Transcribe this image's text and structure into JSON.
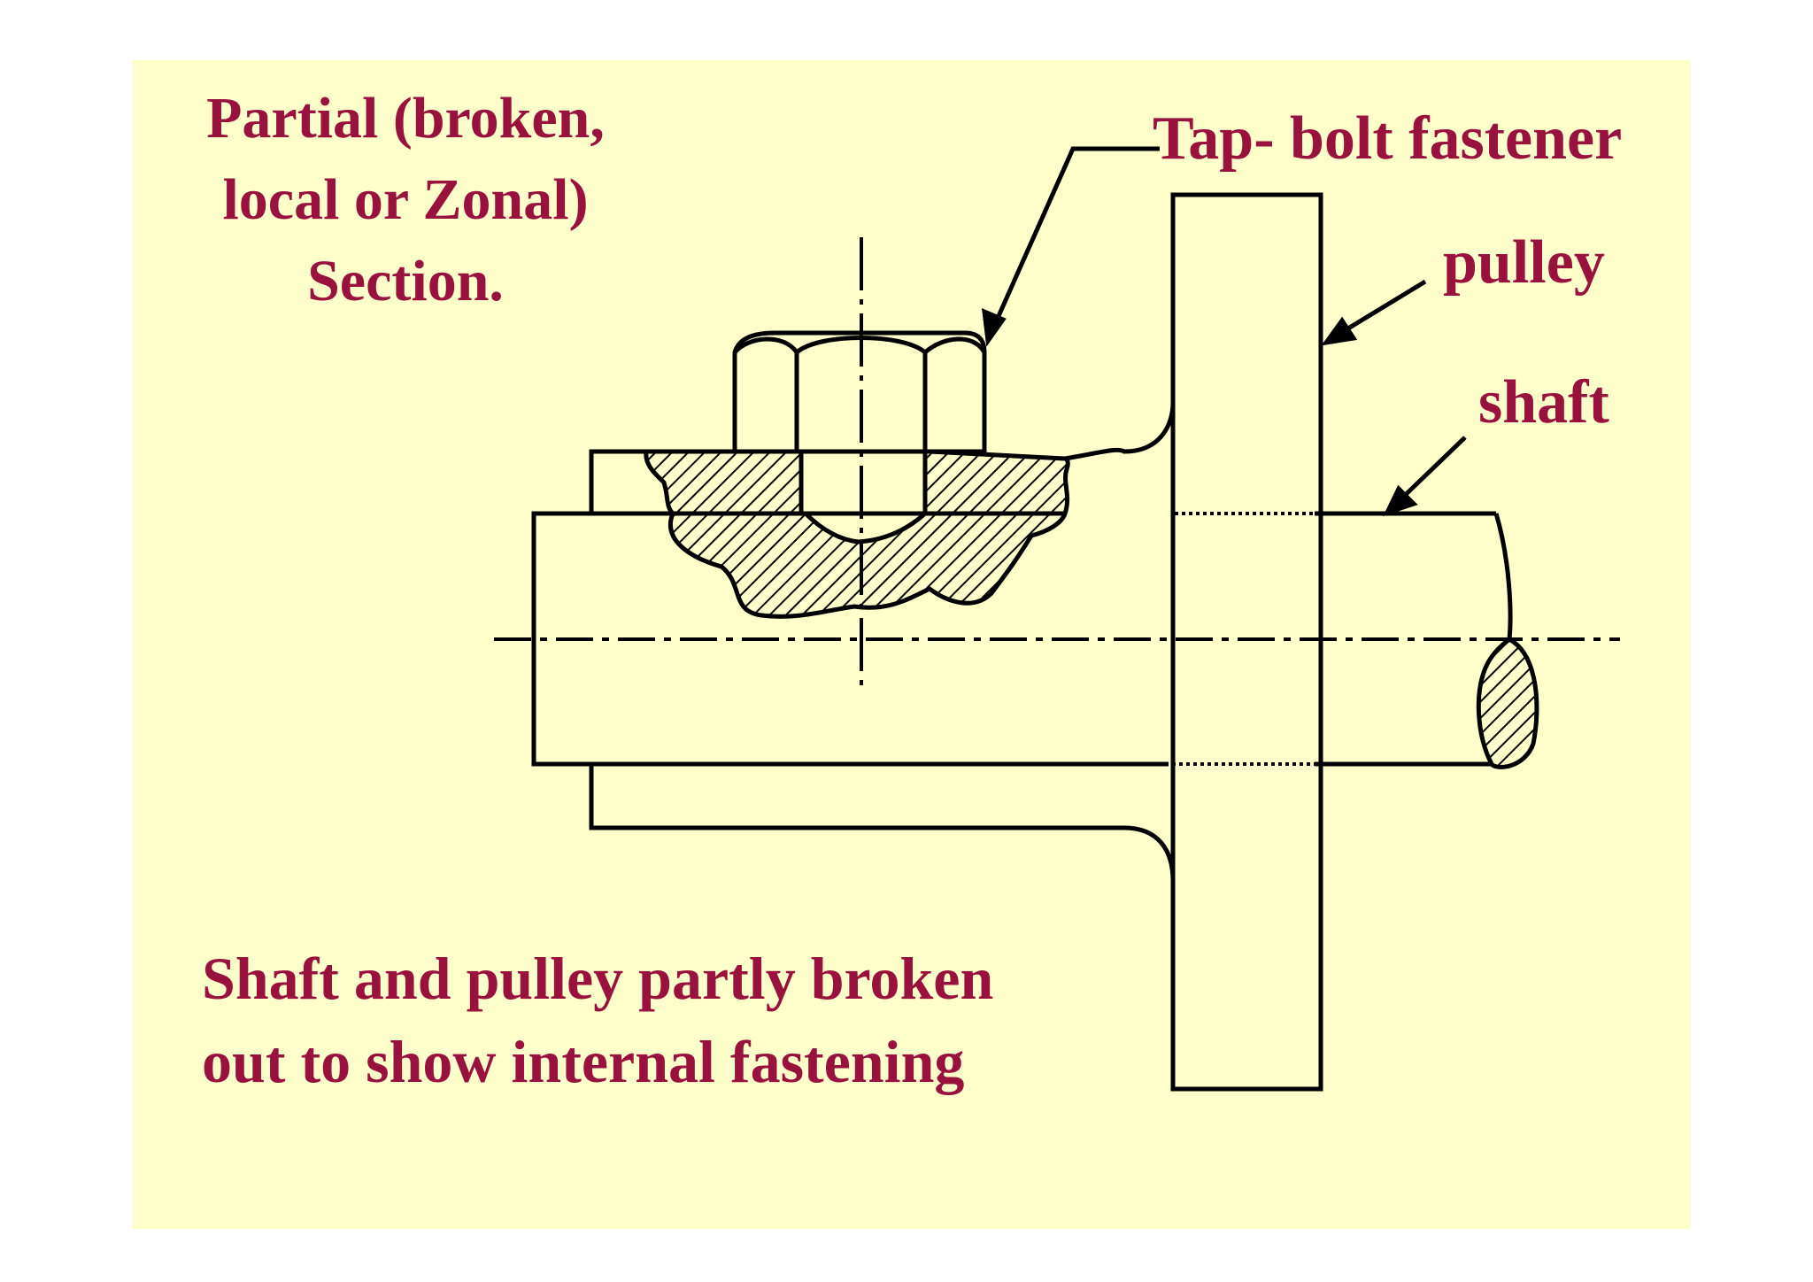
{
  "title": {
    "lines": [
      "Partial (broken,",
      "local or Zonal)",
      "Section."
    ]
  },
  "callouts": {
    "tap_bolt": "Tap- bolt fastener",
    "pulley": "pulley",
    "shaft": "shaft"
  },
  "caption": {
    "lines": [
      "Shaft and pulley partly broken",
      "out to show internal fastening"
    ]
  },
  "colors": {
    "background": "#ffffcc",
    "text": "#99123d",
    "lines": "#000000"
  }
}
